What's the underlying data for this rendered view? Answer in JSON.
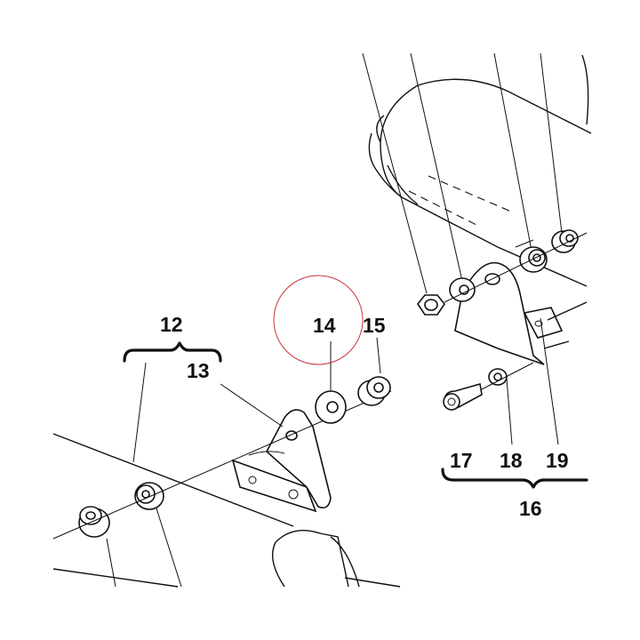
{
  "diagram": {
    "callouts": {
      "c12": "12",
      "c13": "13",
      "c14": "14",
      "c15": "15",
      "c16": "16",
      "c17": "17",
      "c18": "18",
      "c19": "19"
    },
    "highlight_color": "#c8323a",
    "highlighted_callout": "14"
  }
}
